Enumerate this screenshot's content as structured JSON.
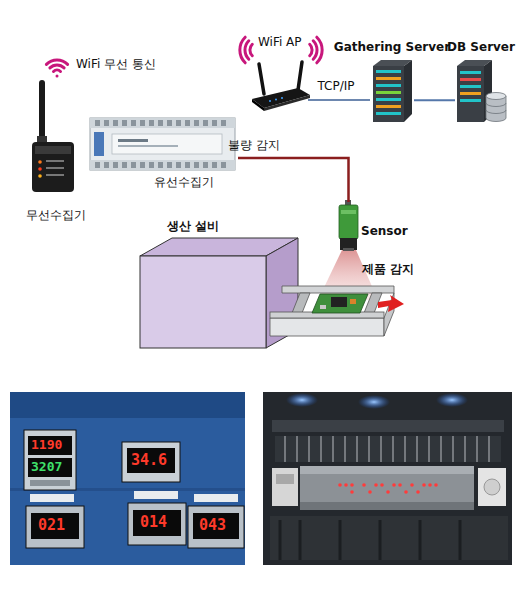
{
  "diagram": {
    "nodes": [
      {
        "text": [
          "무선수집기"
        ]
      },
      {
        "text": [
          "유선수집기"
        ]
      },
      {
        "text": [
          "WiFi AP"
        ]
      },
      {
        "text": [
          "Gathering Server"
        ]
      },
      {
        "text": [
          "DB Server"
        ]
      },
      {
        "text": [
          "Sensor"
        ]
      },
      {
        "text": [
          "생산 설비"
        ]
      }
    ],
    "edges": [
      {
        "from": 1,
        "to": 5,
        "label": "불량 감지",
        "arrow": "none"
      },
      {
        "from": 2,
        "to": 3,
        "label": "TCP/IP",
        "arrow": "none"
      },
      {
        "from": 3,
        "to": 4,
        "arrow": "none"
      }
    ],
    "labels": [
      "WiFi 무선 통신",
      "제품 감지",
      "1190",
      "3207",
      "34.6",
      "021",
      "014",
      "043"
    ]
  }
}
